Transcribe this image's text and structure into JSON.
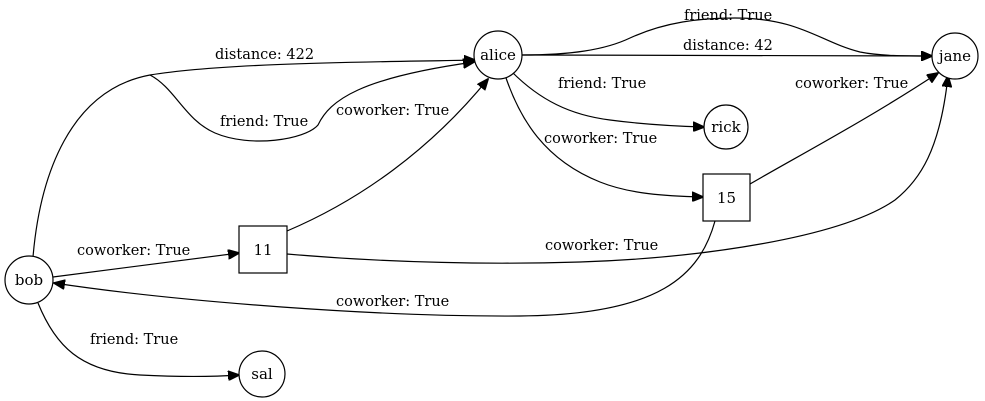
{
  "nodes": {
    "bob": {
      "label": "bob"
    },
    "alice": {
      "label": "alice"
    },
    "jane": {
      "label": "jane"
    },
    "rick": {
      "label": "rick"
    },
    "sal": {
      "label": "sal"
    },
    "n11": {
      "label": "11"
    },
    "n15": {
      "label": "15"
    }
  },
  "edges": [
    {
      "id": "bob-alice-distance",
      "from": "bob",
      "to": "alice",
      "label": "distance: 422"
    },
    {
      "id": "bob-alice-friend",
      "from": "bob",
      "to": "alice",
      "label": "friend: True"
    },
    {
      "id": "bob-11-coworker",
      "from": "bob",
      "to": "11",
      "label": "coworker: True"
    },
    {
      "id": "bob-sal-friend",
      "from": "bob",
      "to": "sal",
      "label": "friend: True"
    },
    {
      "id": "11-alice-coworker",
      "from": "11",
      "to": "alice",
      "label": "coworker: True"
    },
    {
      "id": "11-jane-coworker",
      "from": "11",
      "to": "jane",
      "label": "coworker: True"
    },
    {
      "id": "alice-jane-friend",
      "from": "alice",
      "to": "jane",
      "label": "friend: True"
    },
    {
      "id": "alice-jane-distance",
      "from": "alice",
      "to": "jane",
      "label": "distance: 42"
    },
    {
      "id": "alice-rick-friend",
      "from": "alice",
      "to": "rick",
      "label": "friend: True"
    },
    {
      "id": "alice-15-coworker",
      "from": "alice",
      "to": "15",
      "label": "coworker: True"
    },
    {
      "id": "15-jane-coworker",
      "from": "15",
      "to": "jane",
      "label": "coworker: True"
    },
    {
      "id": "15-bob-coworker",
      "from": "15",
      "to": "bob",
      "label": "coworker: True"
    }
  ]
}
